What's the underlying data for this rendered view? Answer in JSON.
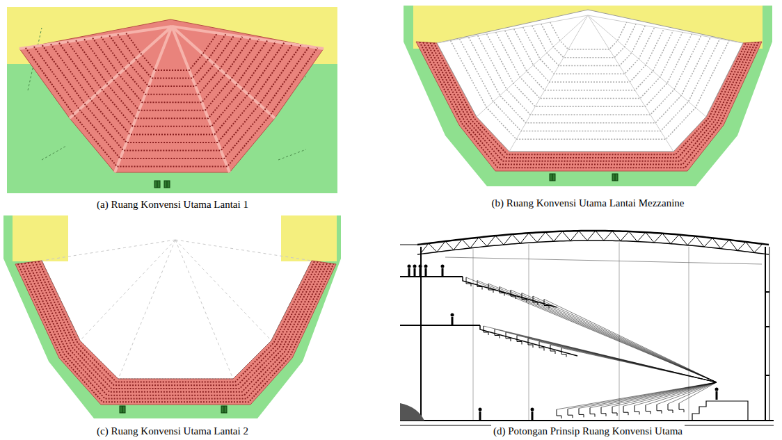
{
  "diagram": {
    "labels": [
      "(a) Ruang Konvensi Utama Lantai 1",
      "(b) Ruang Konvensi Utama Lantai Mezzanine",
      "(c) Ruang Konvensi Utama Lantai 2",
      "(d) Potongan Prinsip Ruang Konvensi Utama"
    ]
  }
}
